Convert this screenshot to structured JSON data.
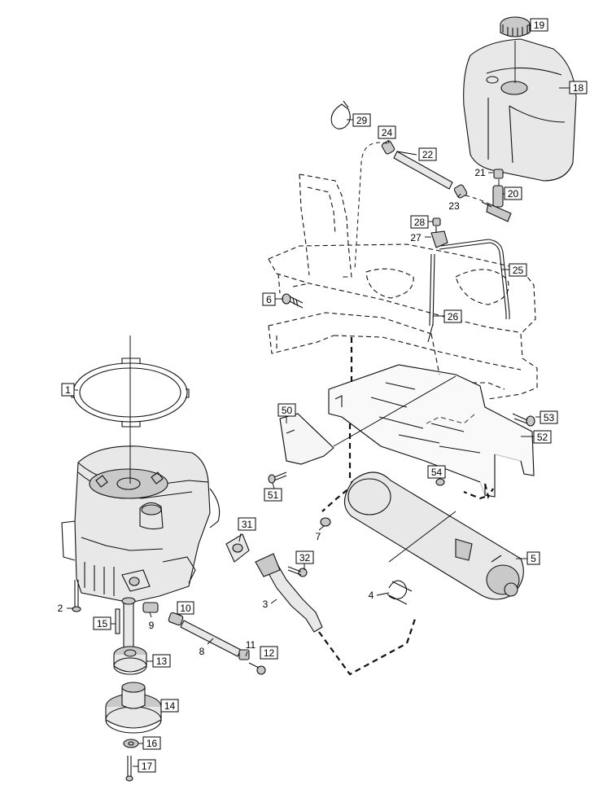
{
  "diagram": {
    "callouts": [
      {
        "id": "c1",
        "text": "1"
      },
      {
        "id": "c2",
        "text": "2"
      },
      {
        "id": "c3",
        "text": "3"
      },
      {
        "id": "c4",
        "text": "4"
      },
      {
        "id": "c5",
        "text": "5"
      },
      {
        "id": "c6",
        "text": "6"
      },
      {
        "id": "c7",
        "text": "7"
      },
      {
        "id": "c8",
        "text": "8"
      },
      {
        "id": "c9",
        "text": "9"
      },
      {
        "id": "c10",
        "text": "10"
      },
      {
        "id": "c11",
        "text": "11"
      },
      {
        "id": "c12",
        "text": "12"
      },
      {
        "id": "c13",
        "text": "13"
      },
      {
        "id": "c14",
        "text": "14"
      },
      {
        "id": "c15",
        "text": "15"
      },
      {
        "id": "c16",
        "text": "16"
      },
      {
        "id": "c17",
        "text": "17"
      },
      {
        "id": "c18",
        "text": "18"
      },
      {
        "id": "c19",
        "text": "19"
      },
      {
        "id": "c20",
        "text": "20"
      },
      {
        "id": "c21",
        "text": "21"
      },
      {
        "id": "c22",
        "text": "22"
      },
      {
        "id": "c23",
        "text": "23"
      },
      {
        "id": "c24",
        "text": "24"
      },
      {
        "id": "c25",
        "text": "25"
      },
      {
        "id": "c26",
        "text": "26"
      },
      {
        "id": "c27",
        "text": "27"
      },
      {
        "id": "c28",
        "text": "28"
      },
      {
        "id": "c29",
        "text": "29"
      },
      {
        "id": "c31",
        "text": "31"
      },
      {
        "id": "c32",
        "text": "32"
      },
      {
        "id": "c50",
        "text": "50"
      },
      {
        "id": "c51",
        "text": "51"
      },
      {
        "id": "c52",
        "text": "52"
      },
      {
        "id": "c53",
        "text": "53"
      },
      {
        "id": "c54",
        "text": "54"
      }
    ]
  }
}
